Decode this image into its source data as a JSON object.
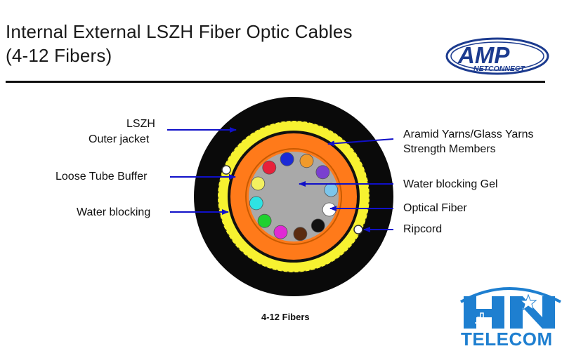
{
  "title": {
    "line1": "Internal External LSZH Fiber Optic Cables",
    "line2": "(4-12 Fibers)"
  },
  "logo": {
    "brand": "AMP",
    "sub": "NETCONNECT",
    "color": "#1c3b8f"
  },
  "labels": {
    "outer_jacket_1": "LSZH",
    "outer_jacket_2": "Outer jacket",
    "loose_tube": "Loose Tube Buffer",
    "water_blocking": "Water blocking",
    "aramid_1": "Aramid Yarns/Glass Yarns",
    "aramid_2": "Strength Members",
    "gel": "Water blocking Gel",
    "optical_fiber": "Optical Fiber",
    "ripcord": "Ripcord"
  },
  "caption": "4-12 Fibers",
  "watermark": {
    "letters": "HN",
    "text": "TELECOM",
    "color": "#1e7fd0"
  },
  "colors": {
    "jacket": "#0a0a0a",
    "aramid": "#f7f230",
    "buffer": "#ff7a1a",
    "gel": "#a9a9a9",
    "arrow": "#1010c8"
  },
  "fibers": [
    {
      "name": "blue",
      "color": "#1b2ad6"
    },
    {
      "name": "orange",
      "color": "#f09a2c"
    },
    {
      "name": "violet",
      "color": "#7a3fd0"
    },
    {
      "name": "light-blue",
      "color": "#7cc6ec"
    },
    {
      "name": "white",
      "color": "#ffffff"
    },
    {
      "name": "black",
      "color": "#111111"
    },
    {
      "name": "brown",
      "color": "#5b2c10"
    },
    {
      "name": "pink",
      "color": "#e02ad4"
    },
    {
      "name": "green",
      "color": "#1fd12f"
    },
    {
      "name": "cyan",
      "color": "#2ee3e3"
    },
    {
      "name": "yellow",
      "color": "#f3f060"
    },
    {
      "name": "red",
      "color": "#e8203a"
    }
  ]
}
